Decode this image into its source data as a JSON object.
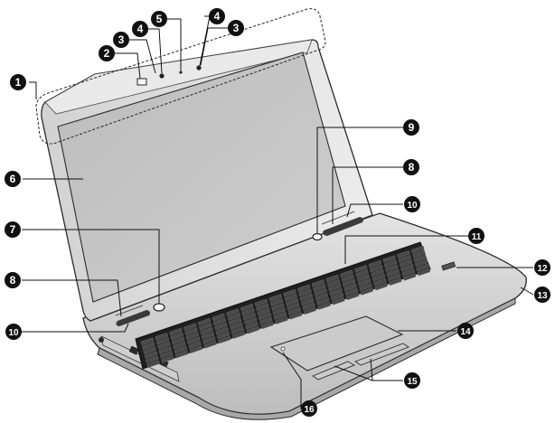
{
  "callouts": [
    {
      "id": "callout-1",
      "number": "1"
    },
    {
      "id": "callout-2",
      "number": "2"
    },
    {
      "id": "callout-3-left",
      "number": "3"
    },
    {
      "id": "callout-4-left",
      "number": "4"
    },
    {
      "id": "callout-5",
      "number": "5"
    },
    {
      "id": "callout-4-right",
      "number": "4"
    },
    {
      "id": "callout-3-right",
      "number": "3"
    },
    {
      "id": "callout-6",
      "number": "6"
    },
    {
      "id": "callout-7",
      "number": "7"
    },
    {
      "id": "callout-8-left",
      "number": "8"
    },
    {
      "id": "callout-10-left",
      "number": "10"
    },
    {
      "id": "callout-9",
      "number": "9"
    },
    {
      "id": "callout-8-right",
      "number": "8"
    },
    {
      "id": "callout-10-right",
      "number": "10"
    },
    {
      "id": "callout-11",
      "number": "11"
    },
    {
      "id": "callout-12",
      "number": "12"
    },
    {
      "id": "callout-13",
      "number": "13"
    },
    {
      "id": "callout-14",
      "number": "14"
    },
    {
      "id": "callout-15",
      "number": "15"
    },
    {
      "id": "callout-16",
      "number": "16"
    }
  ],
  "colors": {
    "callout_fill": "#111111",
    "callout_text": "#ffffff",
    "screen": "#c4c4c4",
    "bezel": "#dedede",
    "body": "#d9d9d9",
    "keys": "#333333",
    "outline": "#2b2b2b"
  }
}
